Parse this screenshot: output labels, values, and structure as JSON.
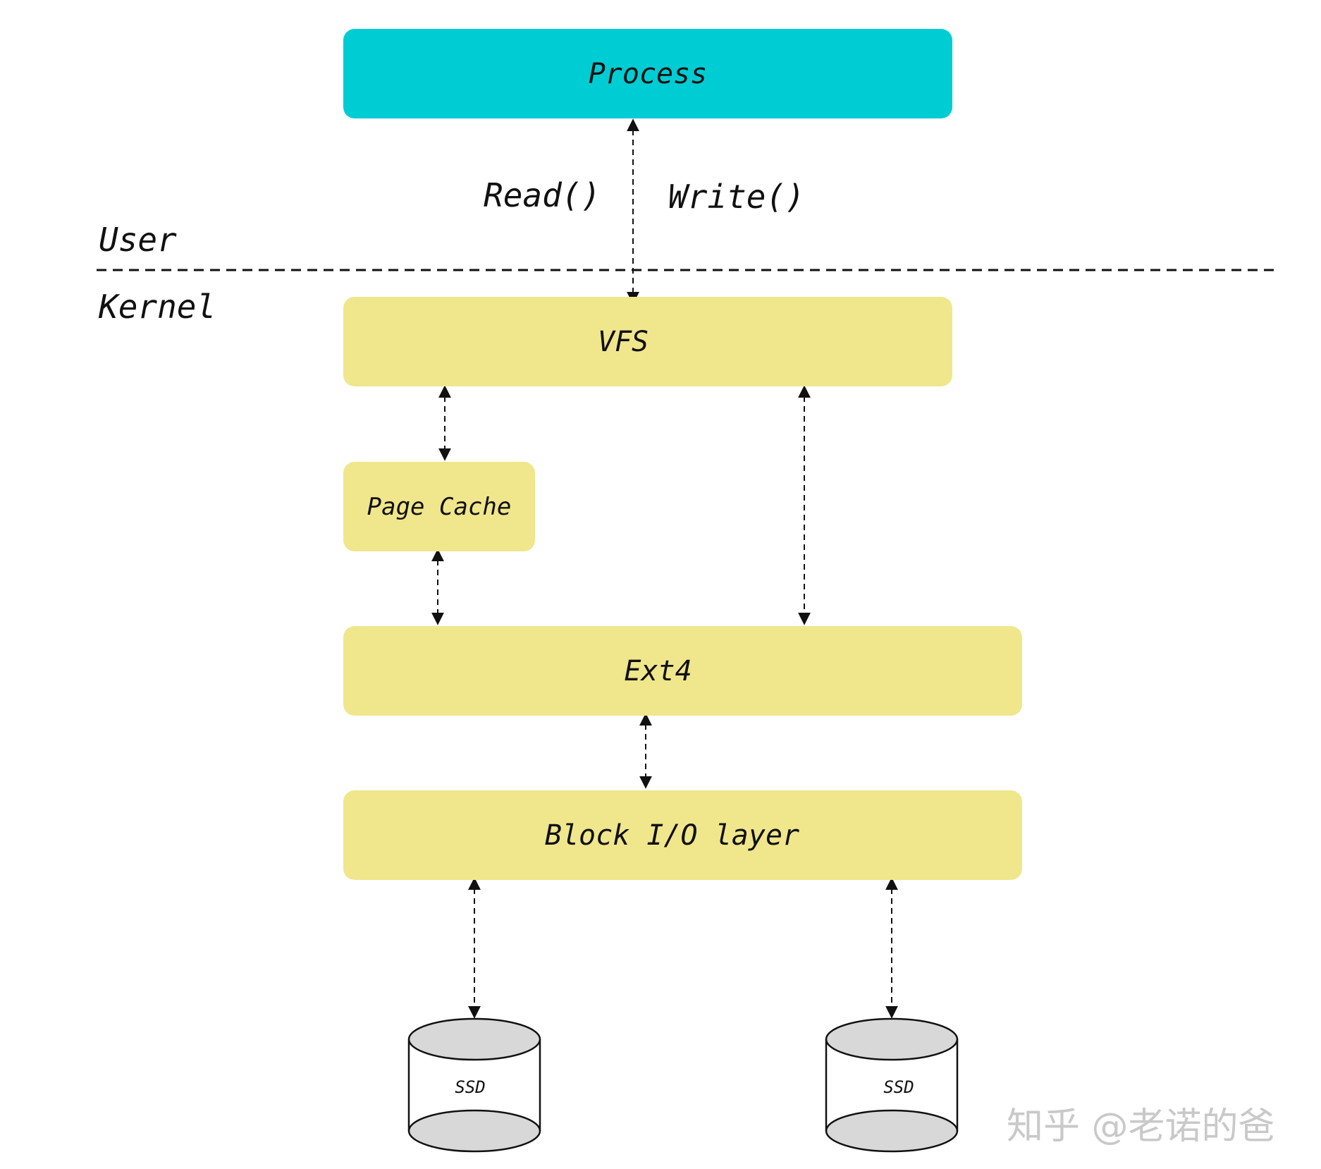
{
  "colors": {
    "process_fill": "#00cdd3",
    "kernel_fill": "#f0e68c",
    "disk_fill": "#d8d8d8",
    "line": "#111111"
  },
  "boxes": {
    "process": "Process",
    "vfs": "VFS",
    "page_cache": "Page Cache",
    "ext4": "Ext4",
    "block_io": "Block I/O layer"
  },
  "calls": {
    "read": "Read()",
    "write": "Write()"
  },
  "space": {
    "user": "User",
    "kernel": "Kernel"
  },
  "disks": [
    {
      "label": "SSD"
    },
    {
      "label": "SSD"
    }
  ],
  "watermark": "知乎 @老诺的爸"
}
